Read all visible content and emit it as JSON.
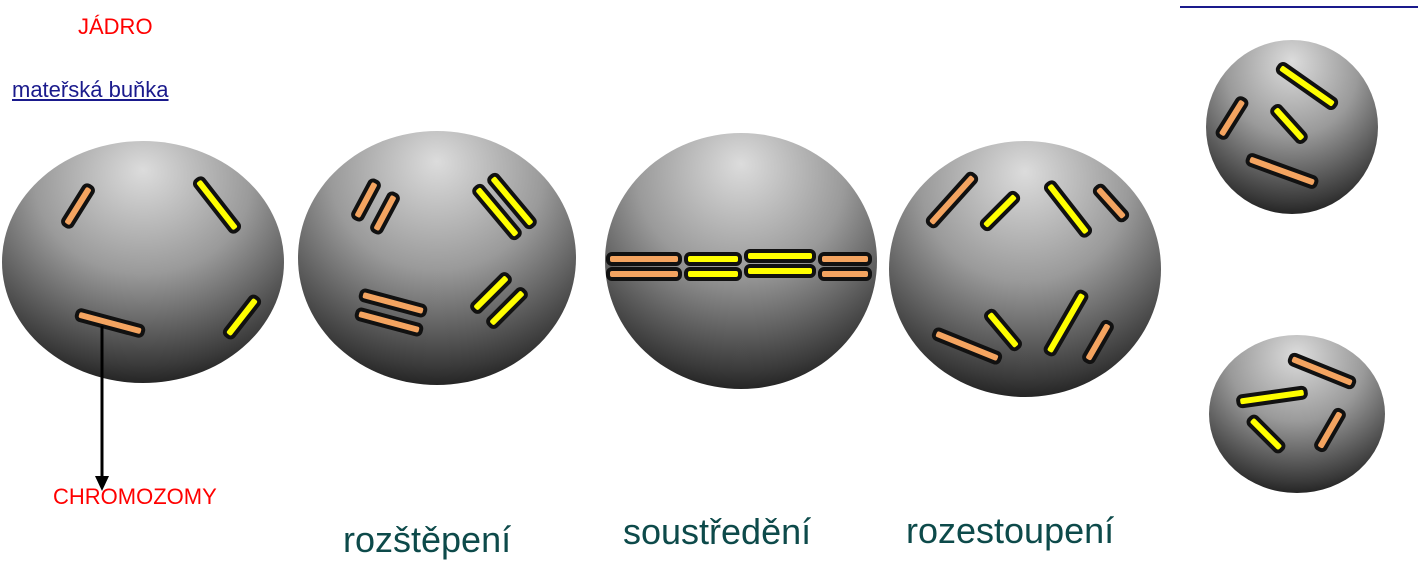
{
  "labels": {
    "nucleus": "JÁDRO",
    "mother_cell": "mateřská buňka",
    "chromosomes": "CHROMOZOMY"
  },
  "stages": {
    "split": "rozštěpení",
    "concentrate": "soustředění",
    "separate": "rozestoupení"
  },
  "colors": {
    "label_red": "#ff0000",
    "link_blue": "#1a1a8c",
    "stage_text": "#0d4a4a",
    "chromosome_orange": "#f4a460",
    "chromosome_yellow": "#ffff00",
    "chromosome_outline": "#111111"
  }
}
